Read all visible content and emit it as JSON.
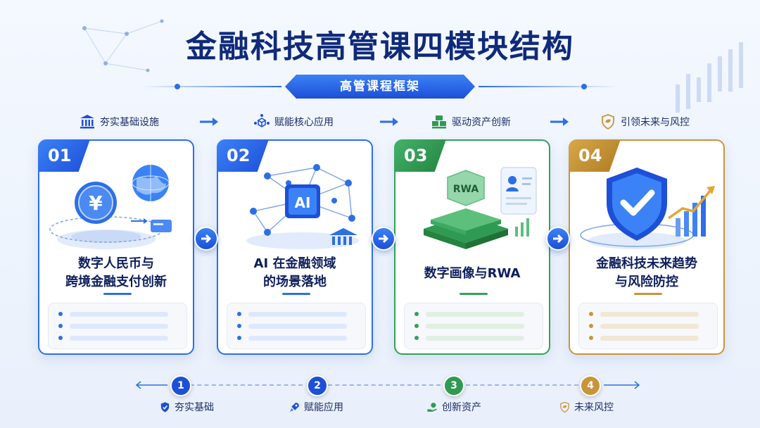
{
  "title": "金融科技高管课四模块结构",
  "banner": "高管课程框架",
  "stages": [
    {
      "label": "夯实基础设施",
      "icon": "bank-icon"
    },
    {
      "label": "赋能核心应用",
      "icon": "network-cube-icon"
    },
    {
      "label": "驱动资产创新",
      "icon": "stacked-boxes-icon"
    },
    {
      "label": "引领未来与风控",
      "icon": "shield-leaf-icon"
    }
  ],
  "cards": [
    {
      "number": "01",
      "title_line1": "数字人民币与",
      "title_line2": "跨境金融支付创新",
      "color": "#2c6fe6",
      "yuan_symbol": "¥"
    },
    {
      "number": "02",
      "title_line1": "AI 在金融领域",
      "title_line2": "的场景落地",
      "color": "#2c6fe6",
      "chip_label": "AI"
    },
    {
      "number": "03",
      "title_line1": "数字画像与RWA",
      "title_line2": "",
      "color": "#33a15a",
      "chip_label": "RWA"
    },
    {
      "number": "04",
      "title_line1": "金融科技未来趋势",
      "title_line2": "与风险防控",
      "color": "#c9953a"
    }
  ],
  "timeline": [
    {
      "number": "1",
      "label": "夯实基础",
      "color": "#1d4fd8",
      "icon": "shield-check-icon"
    },
    {
      "number": "2",
      "label": "赋能应用",
      "color": "#1d4fd8",
      "icon": "rocket-icon"
    },
    {
      "number": "3",
      "label": "创新资产",
      "color": "#2f9a52",
      "icon": "coin-hand-icon"
    },
    {
      "number": "4",
      "label": "未来风控",
      "color": "#c9953a",
      "icon": "shield-leaf-icon"
    }
  ]
}
